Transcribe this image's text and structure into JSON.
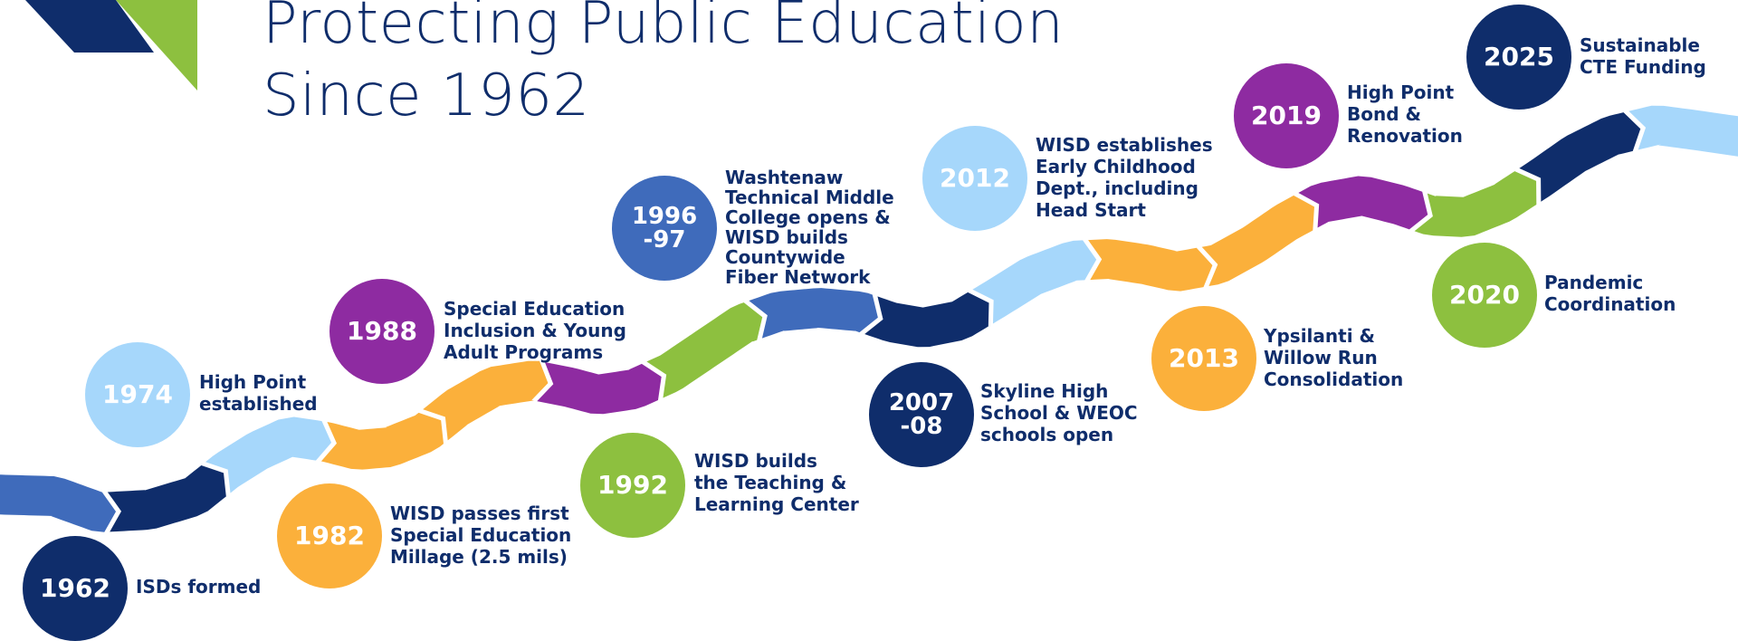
{
  "title": {
    "line1": "Protecting Public Education",
    "line2": "Since 1962"
  },
  "colors": {
    "navy": "#0f2d6b",
    "light_blue": "#a6d7fb",
    "orange": "#fbb03b",
    "purple": "#8e2ba1",
    "green": "#8dc03f",
    "mid_blue": "#3f6bbb",
    "logo_navy": "#0f2d6b",
    "logo_green": "#8dc03f"
  },
  "events": [
    {
      "year": "1962",
      "text": "ISDs formed",
      "color": "navy"
    },
    {
      "year": "1974",
      "text": "High Point\nestablished",
      "color": "light_blue"
    },
    {
      "year": "1982",
      "text": "WISD passes first\nSpecial Education\nMillage (2.5 mils)",
      "color": "orange"
    },
    {
      "year": "1988",
      "text": "Special Education\nInclusion & Young\nAdult Programs",
      "color": "purple"
    },
    {
      "year": "1992",
      "text": "WISD builds\nthe Teaching &\nLearning Center",
      "color": "green"
    },
    {
      "year": "1996\n-97",
      "text": "Washtenaw\nTechnical Middle\nCollege opens &\nWISD builds\nCountywide\nFiber Network",
      "color": "mid_blue"
    },
    {
      "year": "2007\n-08",
      "text": "Skyline High\nSchool & WEOC\nschools open",
      "color": "navy"
    },
    {
      "year": "2012",
      "text": "WISD establishes\nEarly Childhood\nDept., including\nHead Start",
      "color": "light_blue"
    },
    {
      "year": "2013",
      "text": "Ypsilanti &\nWillow Run\nConsolidation",
      "color": "orange"
    },
    {
      "year": "2019",
      "text": "High Point\nBond &\nRenovation",
      "color": "purple"
    },
    {
      "year": "2020",
      "text": "Pandemic\nCoordination",
      "color": "green"
    },
    {
      "year": "2025",
      "text": "Sustainable\nCTE Funding",
      "color": "navy"
    }
  ],
  "ribbon_segment_colors": [
    "mid_blue",
    "navy",
    "light_blue",
    "orange",
    "orange",
    "purple",
    "green",
    "mid_blue",
    "navy",
    "light_blue",
    "orange",
    "orange",
    "purple",
    "green",
    "navy",
    "light_blue"
  ]
}
